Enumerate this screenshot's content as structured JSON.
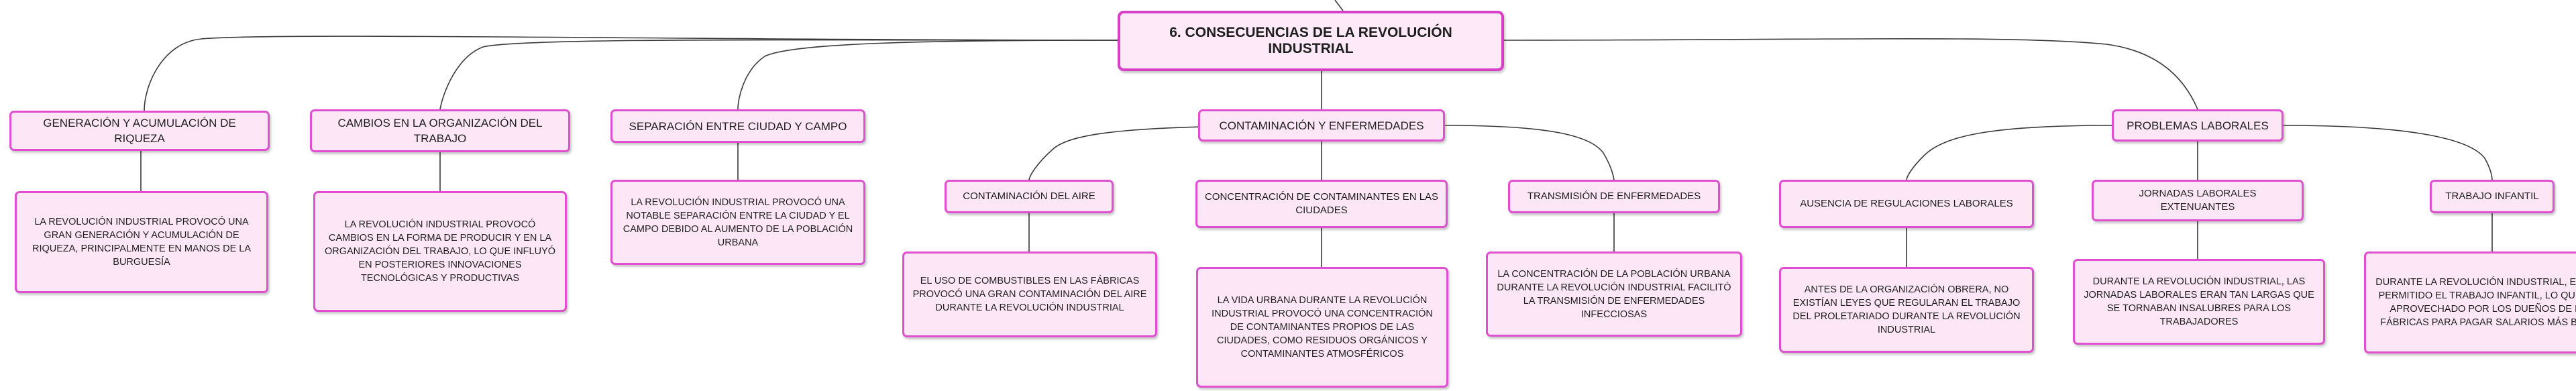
{
  "diagram": {
    "root": "6. CONSECUENCIAS DE LA REVOLUCIÓN INDUSTRIAL",
    "branches": [
      {
        "title": "GENERACIÓN Y ACUMULACIÓN DE RIQUEZA",
        "description": "LA REVOLUCIÓN INDUSTRIAL PROVOCÓ UNA GRAN GENERACIÓN Y ACUMULACIÓN DE RIQUEZA, PRINCIPALMENTE EN MANOS DE LA BURGUESÍA"
      },
      {
        "title": "CAMBIOS EN LA ORGANIZACIÓN DEL TRABAJO",
        "description": "LA REVOLUCIÓN INDUSTRIAL PROVOCÓ CAMBIOS EN LA FORMA DE PRODUCIR Y EN LA ORGANIZACIÓN DEL TRABAJO, LO QUE INFLUYÓ EN POSTERIORES INNOVACIONES TECNOLÓGICAS Y PRODUCTIVAS"
      },
      {
        "title": "SEPARACIÓN ENTRE CIUDAD Y CAMPO",
        "description": "LA REVOLUCIÓN INDUSTRIAL PROVOCÓ UNA NOTABLE SEPARACIÓN ENTRE LA CIUDAD Y EL CAMPO DEBIDO AL AUMENTO DE LA POBLACIÓN URBANA"
      },
      {
        "title": "CONTAMINACIÓN Y ENFERMEDADES",
        "children": [
          {
            "title": "CONTAMINACIÓN DEL AIRE",
            "description": "EL USO DE COMBUSTIBLES EN LAS FÁBRICAS PROVOCÓ UNA GRAN CONTAMINACIÓN DEL AIRE DURANTE LA REVOLUCIÓN INDUSTRIAL"
          },
          {
            "title": "CONCENTRACIÓN DE CONTAMINANTES EN LAS CIUDADES",
            "description": "LA VIDA URBANA DURANTE LA REVOLUCIÓN INDUSTRIAL PROVOCÓ UNA CONCENTRACIÓN DE CONTAMINANTES PROPIOS DE LAS CIUDADES, COMO RESIDUOS ORGÁNICOS Y CONTAMINANTES ATMOSFÉRICOS"
          },
          {
            "title": "TRANSMISIÓN DE ENFERMEDADES",
            "description": "LA CONCENTRACIÓN DE LA POBLACIÓN URBANA DURANTE LA REVOLUCIÓN INDUSTRIAL FACILITÓ LA TRANSMISIÓN DE ENFERMEDADES INFECCIOSAS"
          }
        ]
      },
      {
        "title": "PROBLEMAS LABORALES",
        "children": [
          {
            "title": "AUSENCIA DE REGULACIONES LABORALES",
            "description": "ANTES DE LA ORGANIZACIÓN OBRERA, NO EXISTÍAN LEYES QUE REGULARAN EL TRABAJO DEL PROLETARIADO DURANTE LA REVOLUCIÓN INDUSTRIAL"
          },
          {
            "title": "JORNADAS LABORALES EXTENUANTES",
            "description": "DURANTE LA REVOLUCIÓN INDUSTRIAL, LAS JORNADAS LABORALES ERAN TAN LARGAS QUE SE TORNABAN INSALUBRES PARA LOS TRABAJADORES"
          },
          {
            "title": "TRABAJO INFANTIL",
            "description": "DURANTE LA REVOLUCIÓN INDUSTRIAL, ESTABA PERMITIDO EL TRABAJO INFANTIL, LO QUE ERA APROVECHADO POR LOS DUEÑOS DE LAS FÁBRICAS PARA PAGAR SALARIOS MÁS BAJOS"
          }
        ]
      }
    ]
  },
  "colors": {
    "node_fill": "#fde7f6",
    "node_border": "#e04fd0",
    "connector": "#3a3a3a"
  }
}
